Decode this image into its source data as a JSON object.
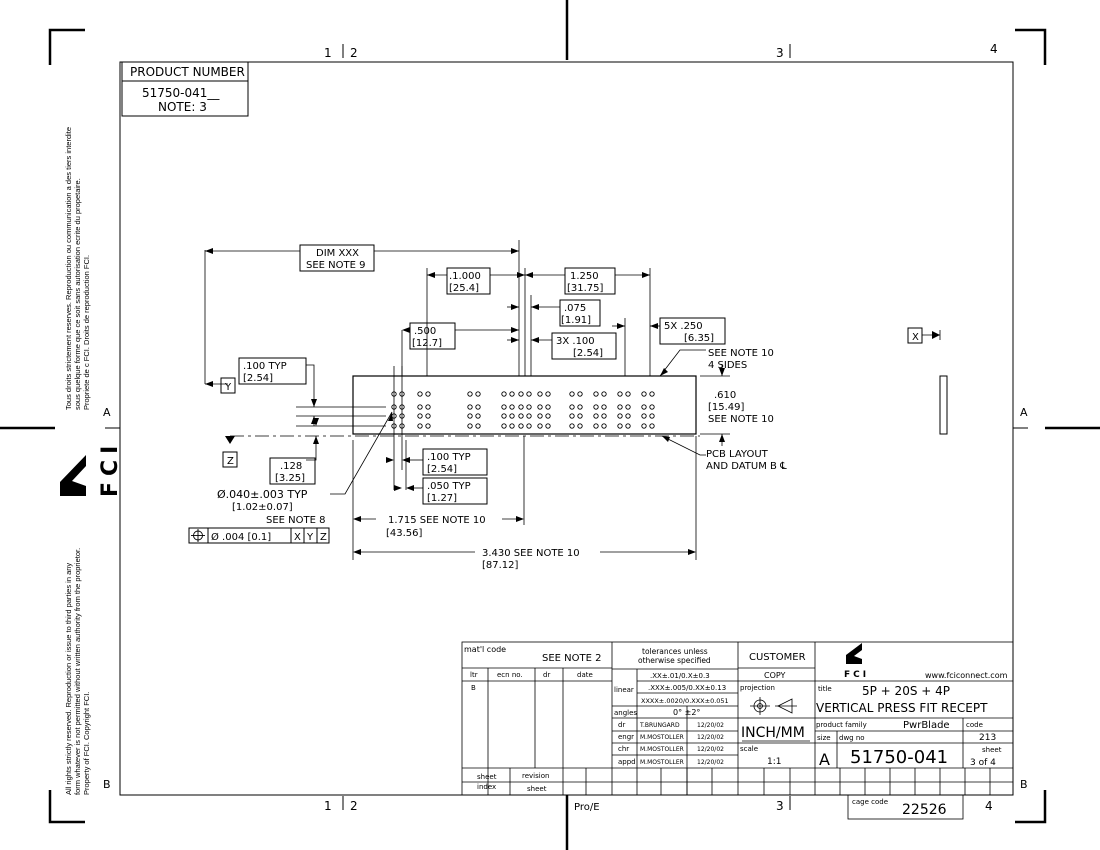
{
  "zones": {
    "top": [
      "1",
      "2",
      "3",
      "4"
    ],
    "bottom": [
      "1",
      "2",
      "3",
      "4"
    ],
    "side": [
      "A",
      "B"
    ]
  },
  "product": {
    "header": "PRODUCT NUMBER",
    "number": "51750-041__",
    "note": "NOTE: 3"
  },
  "side_text_fr": [
    "Tous droits strictement reserves.  Reproduction ou communication a des tiers interdite",
    "sous quelque forme que ce soit sans autorisation ecrite du propetaire.",
    "Propriete de c FCI.  Droits de reproduction FCI."
  ],
  "side_text_en": [
    "All rights strictly reserved.  Reproduction or issue to third parties in any",
    "form whatever is not permitted without written authority from the proprietor.",
    "Property of FCI.  Copyright FCI."
  ],
  "side_logo_text": "FCI",
  "dims": {
    "dim_xxx": [
      "DIM XXX",
      "SEE NOTE 9"
    ],
    "d1000": [
      ".1.000",
      "[25.4]"
    ],
    "d1250": [
      "1.250",
      "[31.75]"
    ],
    "d075": [
      ".075",
      "[1.91]"
    ],
    "d500": [
      ".500",
      "[12.7]"
    ],
    "d3x": [
      "3X .100",
      "[2.54]"
    ],
    "d5x": [
      "5X .250",
      "[6.35]"
    ],
    "see_note_10_sides": [
      "SEE NOTE 10",
      "4 SIDES"
    ],
    "d610": [
      ".610",
      "[15.49]",
      "SEE NOTE 10"
    ],
    "d100typ_left": [
      ".100  TYP",
      "[2.54]"
    ],
    "d128": [
      ".128",
      "[3.25]"
    ],
    "d100typ_mid": [
      ".100  TYP",
      "[2.54]"
    ],
    "d050typ": [
      ".050  TYP",
      "[1.27]"
    ],
    "pcb_layout": [
      "PCB LAYOUT",
      "AND DATUM B ℄"
    ],
    "hole": [
      "Ø.040±.003    TYP",
      "[1.02±0.07]",
      "SEE NOTE 8"
    ],
    "d1715": [
      "1.715  SEE NOTE 10",
      "[43.56]"
    ],
    "d3430": [
      "3.430  SEE NOTE 10",
      "[87.12]"
    ]
  },
  "datums": {
    "y": "Y",
    "z": "Z",
    "x": "X"
  },
  "fcf": {
    "cells": [
      "Ø .004 [0.1]",
      "X",
      "Y",
      "Z"
    ]
  },
  "title_block": {
    "matl_label": "mat'l code",
    "matl_value": "SEE NOTE 2",
    "tol_header": [
      "tolerances unless",
      "otherwise specified"
    ],
    "tol_top": ".XX±.01/0.X±0.3",
    "linear_label": "linear",
    "linear_value": ".XXX±.005/0.XX±0.13",
    "linear_value2": "XXXX±.0020/0.XXX±0.051",
    "angles_label": "angles",
    "angles_value": "0° ±2°",
    "rev_headers": [
      "ltr",
      "ecn no.",
      "dr",
      "date"
    ],
    "rev_ltr": "B",
    "sign_rows": [
      {
        "role": "dr",
        "name": "T.BRUNGARD",
        "date": "12/20/02"
      },
      {
        "role": "engr",
        "name": "M.MOSTOLLER",
        "date": "12/20/02"
      },
      {
        "role": "chr",
        "name": "M.MOSTOLLER",
        "date": "12/20/02"
      },
      {
        "role": "appd",
        "name": "M.MOSTOLLER",
        "date": "12/20/02"
      }
    ],
    "customer": "CUSTOMER",
    "copy": "COPY",
    "projection_label": "projection",
    "units": "INCH/MM",
    "scale_label": "scale",
    "scale_value": "1:1",
    "fci_logo": "FCI",
    "website": "www.fciconnect.com",
    "title_label": "title",
    "title_line1": "5P + 20S + 4P",
    "title_line2": "VERTICAL PRESS FIT RECEPT",
    "family_label": "product family",
    "family_value": "PwrBlade",
    "code_label": "code",
    "code_value": "213",
    "size_label": "size",
    "size_value": "A",
    "dwg_label": "dwg no",
    "dwg_value": "51750-041",
    "sheet_label": "sheet",
    "sheet_value": "3 of 4",
    "sheet_index": [
      "sheet",
      "index"
    ],
    "revision_sheet": [
      "revision",
      "sheet"
    ],
    "cage_label": "cage code",
    "cage_value": "22526"
  },
  "proe": "Pro/E"
}
